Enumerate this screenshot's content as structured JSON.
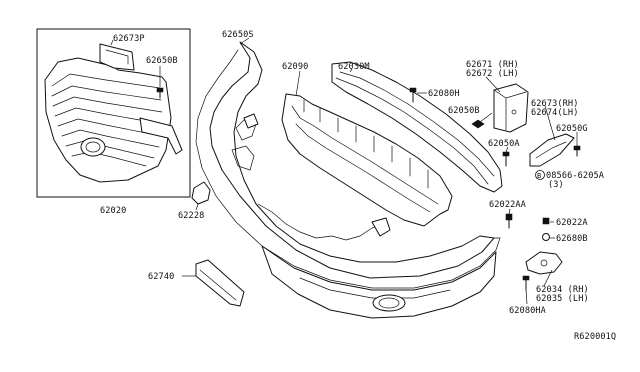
{
  "labels": {
    "p62673P": "62673P",
    "p62650B_grille": "62650B",
    "p62020": "62020",
    "p62650S": "62650S",
    "p62090": "62090",
    "p62030M": "62030M",
    "p62080H": "62080H",
    "p62671": "62671 (RH)",
    "p62672": "62672 (LH)",
    "p62050B": "62050B",
    "p62050A": "62050A",
    "p62673": "62673(RH)",
    "p62674": "62674(LH)",
    "p62050G": "62050G",
    "p08566": "08566-6205A",
    "p08566_circle": "B",
    "p08566_qty": "(3)",
    "p62228": "62228",
    "p62022AA": "62022AA",
    "p62022A": "62022A",
    "p62680B": "62680B",
    "p62034": "62034 (RH)",
    "p62035": "62035 (LH)",
    "p62080HA": "62080HA",
    "p62740": "62740",
    "ref": "R620001Q"
  }
}
